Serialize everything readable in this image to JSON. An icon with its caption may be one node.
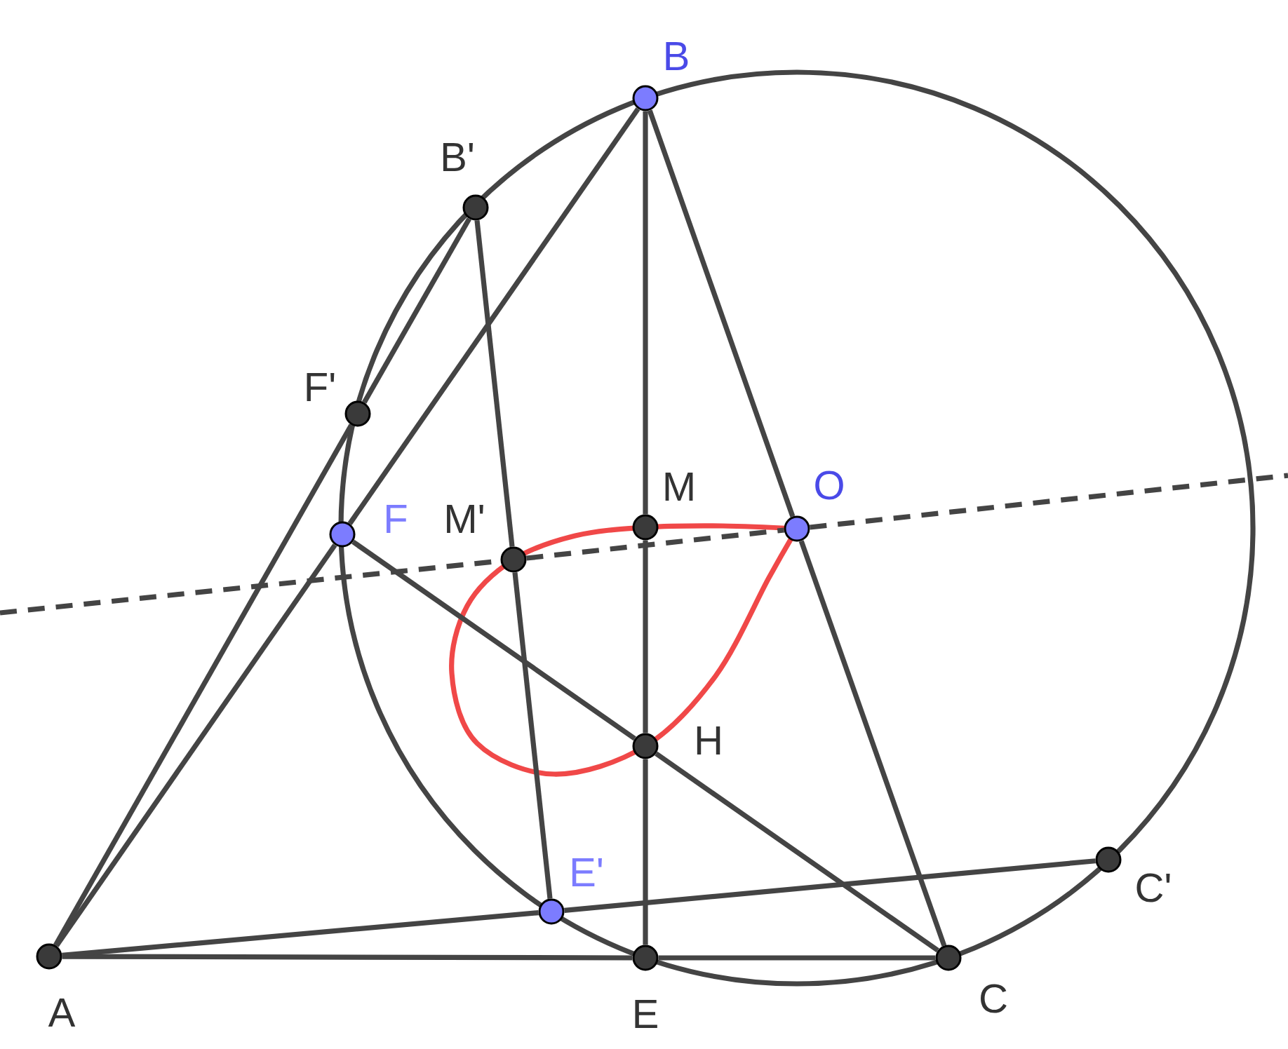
{
  "diagram": {
    "nodes": [
      {
        "text": [],
        "shape": "circle",
        "beside": [
          "A"
        ]
      },
      {
        "text": [],
        "shape": "circle",
        "beside": [
          "B"
        ]
      },
      {
        "text": [],
        "shape": "circle",
        "beside": [
          "C"
        ]
      },
      {
        "text": [],
        "shape": "circle",
        "beside": [
          "E"
        ]
      },
      {
        "text": [],
        "shape": "circle",
        "beside": [
          "F"
        ]
      },
      {
        "text": [],
        "shape": "circle",
        "beside": [
          "E'"
        ]
      },
      {
        "text": [],
        "shape": "circle",
        "beside": [
          "B'"
        ]
      },
      {
        "text": [],
        "shape": "circle",
        "beside": [
          "F'"
        ]
      },
      {
        "text": [],
        "shape": "circle",
        "beside": [
          "C'"
        ]
      },
      {
        "text": [],
        "shape": "circle",
        "beside": [
          "M"
        ]
      },
      {
        "text": [],
        "shape": "circle",
        "beside": [
          "M'"
        ]
      },
      {
        "text": [],
        "shape": "circle",
        "beside": [
          "H"
        ]
      },
      {
        "text": [],
        "shape": "circle",
        "beside": [
          "O"
        ]
      }
    ],
    "edges": [
      {
        "from": 0,
        "to": 4,
        "arrow": "none"
      },
      {
        "from": 4,
        "to": 1,
        "arrow": "none"
      },
      {
        "from": 0,
        "to": 3,
        "arrow": "none"
      },
      {
        "from": 3,
        "to": 2,
        "arrow": "none"
      },
      {
        "from": 0,
        "to": 5,
        "arrow": "none"
      },
      {
        "from": 5,
        "to": 8,
        "arrow": "none"
      },
      {
        "from": 0,
        "to": 7,
        "arrow": "none"
      },
      {
        "from": 7,
        "to": 6,
        "arrow": "none"
      },
      {
        "from": 1,
        "to": 9,
        "arrow": "none"
      },
      {
        "from": 9,
        "to": 11,
        "arrow": "none"
      },
      {
        "from": 11,
        "to": 3,
        "arrow": "none"
      },
      {
        "from": 1,
        "to": 12,
        "arrow": "none"
      },
      {
        "from": 12,
        "to": 2,
        "arrow": "none"
      },
      {
        "from": 6,
        "to": 10,
        "arrow": "none"
      },
      {
        "from": 10,
        "to": 5,
        "arrow": "none"
      },
      {
        "from": 4,
        "to": 11,
        "arrow": "none"
      },
      {
        "from": 11,
        "to": 2,
        "arrow": "none"
      },
      {
        "from": null,
        "to": 10,
        "arrow": "none",
        "style": "dashed"
      },
      {
        "from": 10,
        "to": 12,
        "arrow": "none",
        "style": "dashed"
      },
      {
        "from": 12,
        "to": null,
        "arrow": "none",
        "style": "dashed"
      }
    ]
  }
}
